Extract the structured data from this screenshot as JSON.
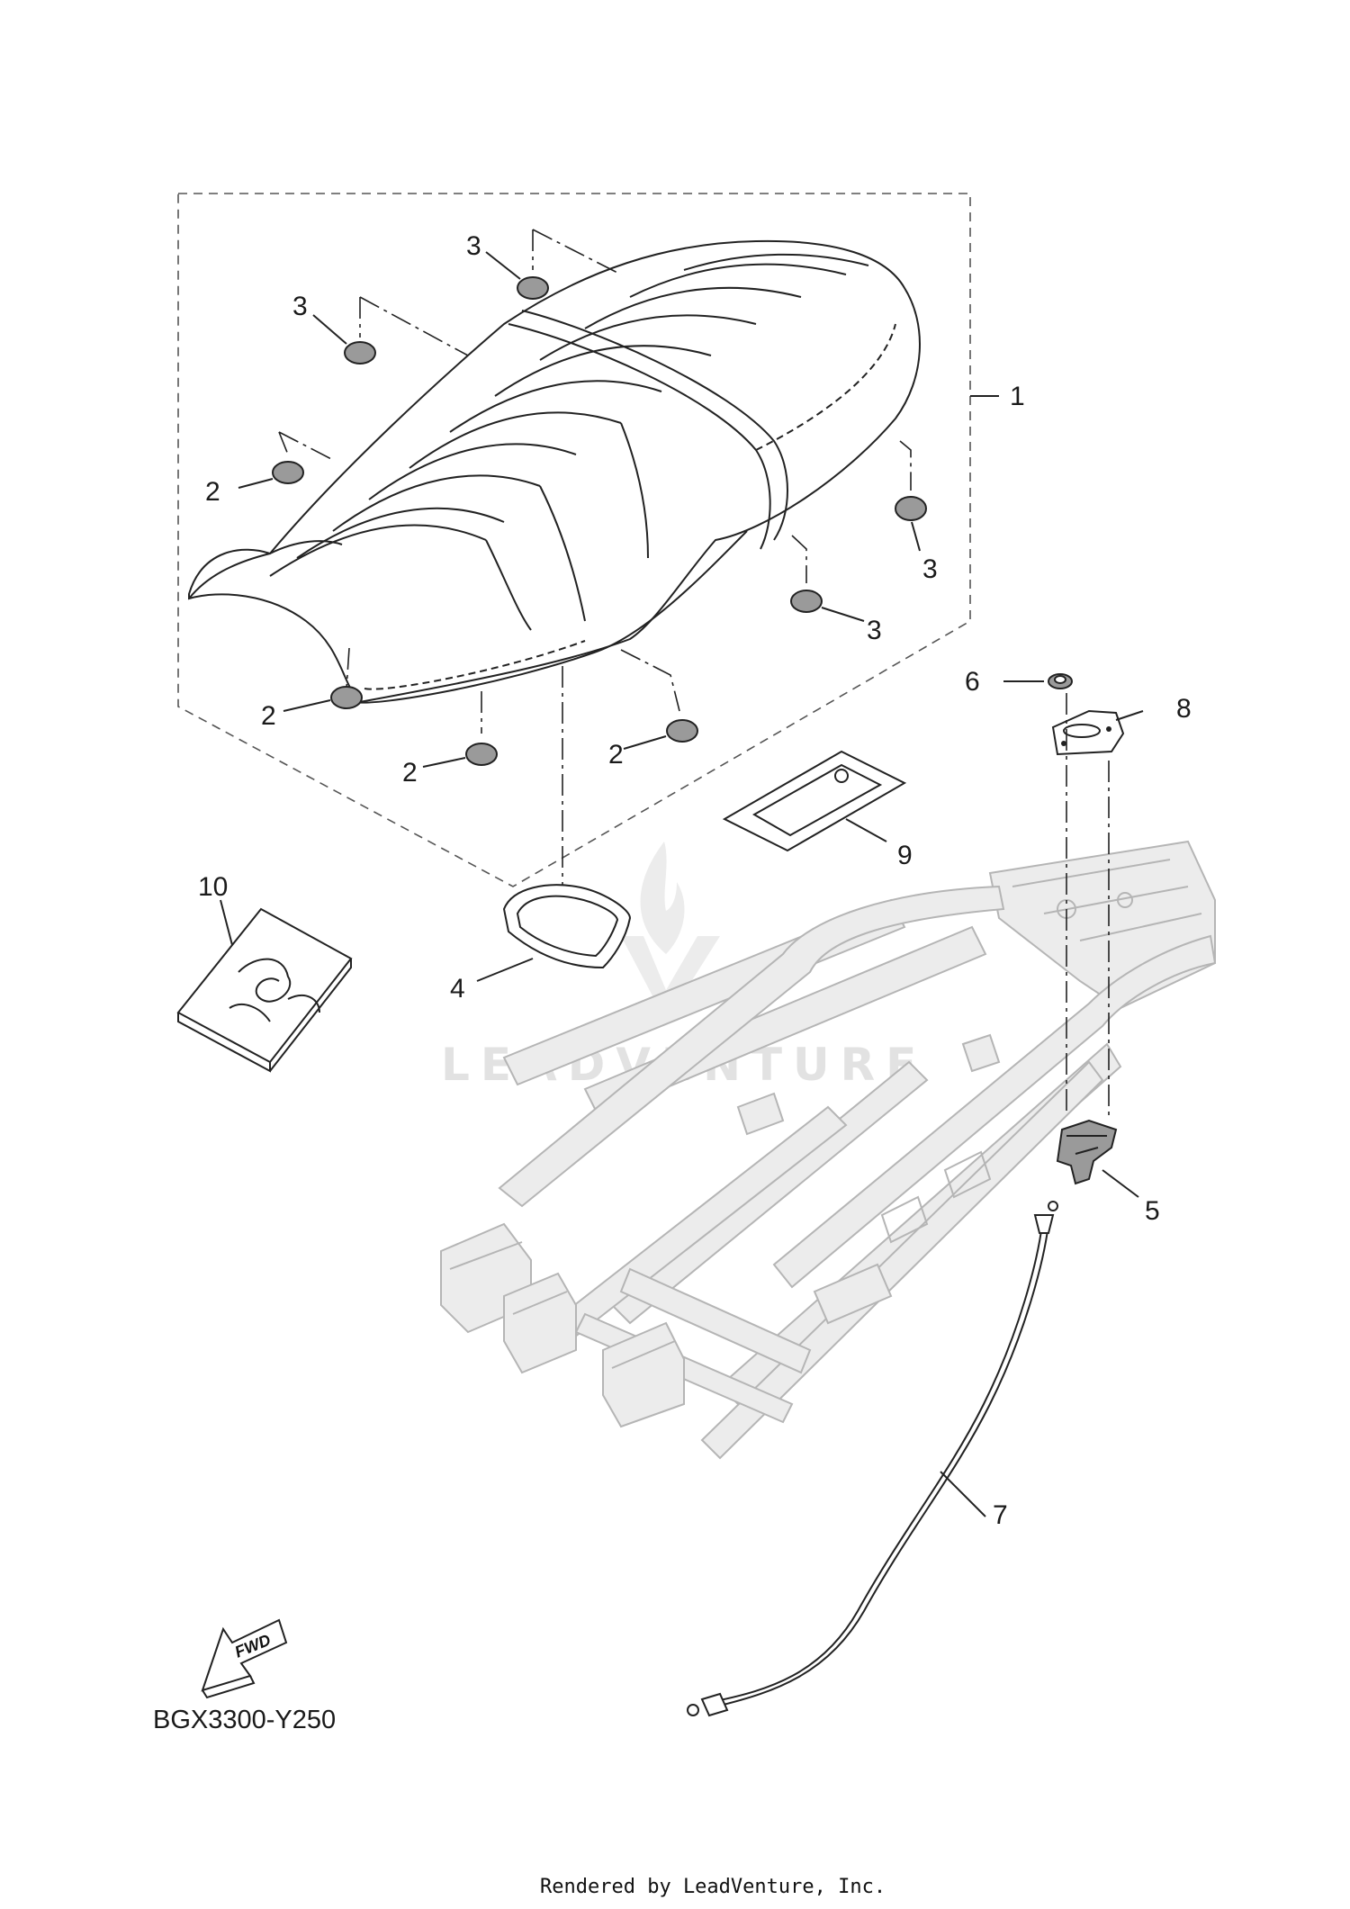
{
  "diagram_code": "BGX3300-Y250",
  "footer": "Rendered by LeadVenture, Inc.",
  "watermark": "LEADVENTURE",
  "fwd_label": "FWD",
  "callouts": {
    "c1": "1",
    "c2a": "2",
    "c2b": "2",
    "c2c": "2",
    "c2d": "2",
    "c3a": "3",
    "c3b": "3",
    "c3c": "3",
    "c3d": "3",
    "c4": "4",
    "c5": "5",
    "c6": "6",
    "c7": "7",
    "c8": "8",
    "c9": "9",
    "c10": "10"
  }
}
